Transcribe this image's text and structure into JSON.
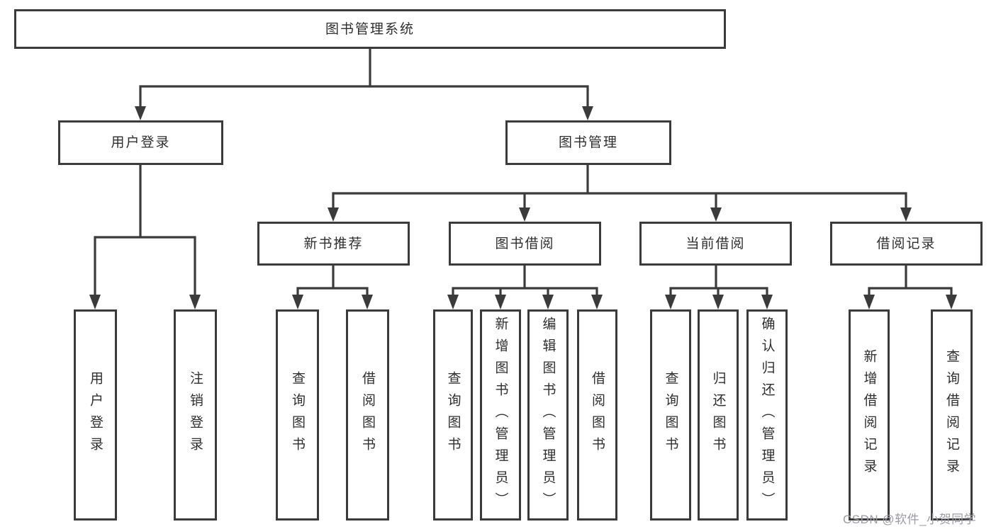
{
  "colors": {
    "line": "#3b3b3b",
    "text": "#2e2e2e",
    "watermark": "#9b9ba3",
    "background": "#ffffff"
  },
  "nodes": {
    "root": {
      "label": "图书管理系统"
    },
    "user_login": {
      "label": "用户登录"
    },
    "book_management": {
      "label": "图书管理"
    },
    "new_book_recommend": {
      "label": "新书推荐"
    },
    "book_borrowing": {
      "label": "图书借阅"
    },
    "current_borrowing": {
      "label": "当前借阅"
    },
    "borrowing_records": {
      "label": "借阅记录"
    },
    "leaf_user_login": {
      "label": "用户登录"
    },
    "leaf_logout": {
      "label": "注销登录"
    },
    "rec_query_book": {
      "label": "查询图书"
    },
    "rec_borrow_book": {
      "label": "借阅图书"
    },
    "bor_query_book": {
      "label": "查询图书"
    },
    "bor_add_book": {
      "label": "新增图书（管理员）"
    },
    "bor_edit_book": {
      "label": "编辑图书（管理员）"
    },
    "bor_borrow_book": {
      "label": "借阅图书"
    },
    "cur_query_book": {
      "label": "查询图书"
    },
    "cur_return_book": {
      "label": "归还图书"
    },
    "cur_confirm_return": {
      "label": "确认归还（管理员）"
    },
    "rcd_add_record": {
      "label": "新增借阅记录"
    },
    "rcd_query_record": {
      "label": "查询借阅记录"
    }
  },
  "watermark": {
    "text": "CSDN @软件_小贺同学"
  }
}
